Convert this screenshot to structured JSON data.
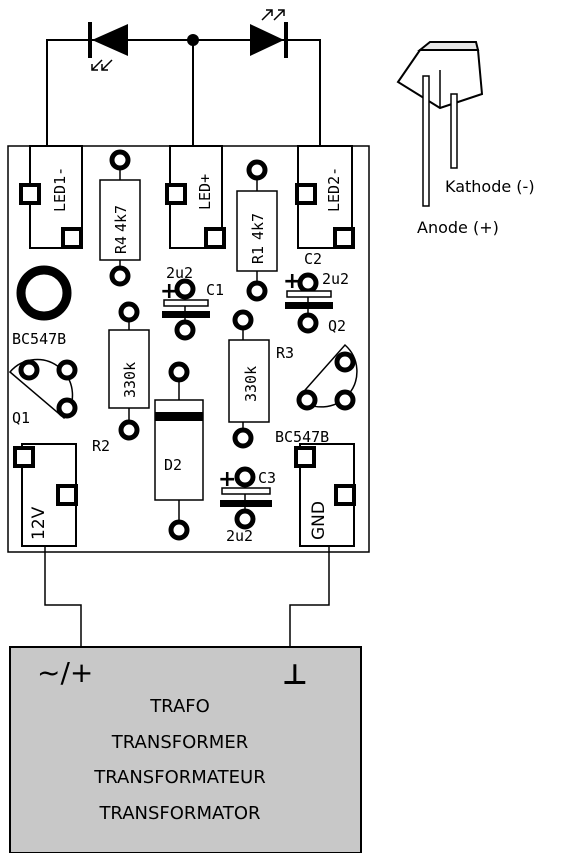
{
  "labels": {
    "led1": "LED1-",
    "led_plus": "LED+",
    "led2": "LED2-",
    "r4_val": "4k7",
    "r4": "R4",
    "r1_val": "4k7",
    "r1": "R1",
    "c1_val": "2u2",
    "c1": "C1",
    "c2_val": "2u2",
    "c2": "C2",
    "q1_type": "BC547B",
    "q1": "Q1",
    "q2_type": "BC547B",
    "q2": "Q2",
    "r2_val": "330k",
    "r2": "R2",
    "r3_val": "330k",
    "r3": "R3",
    "d2": "D2",
    "c3": "C3",
    "c3_val": "2u2",
    "v12": "12V",
    "gnd": "GND",
    "plus_c1": "+",
    "plus_c2": "+",
    "plus_c3": "+"
  },
  "led_detail": {
    "cathode": "Kathode (-)",
    "anode": "Anode (+)"
  },
  "transformer": {
    "ac_symbol": "~/+",
    "ground_symbol": "⊥",
    "names": [
      "TRAFO",
      "TRANSFORMER",
      "TRANSFORMATEUR",
      "TRANSFORMATOR"
    ]
  },
  "colors": {
    "transformer_fill": "#c8c8c8",
    "ink": "#000000"
  }
}
